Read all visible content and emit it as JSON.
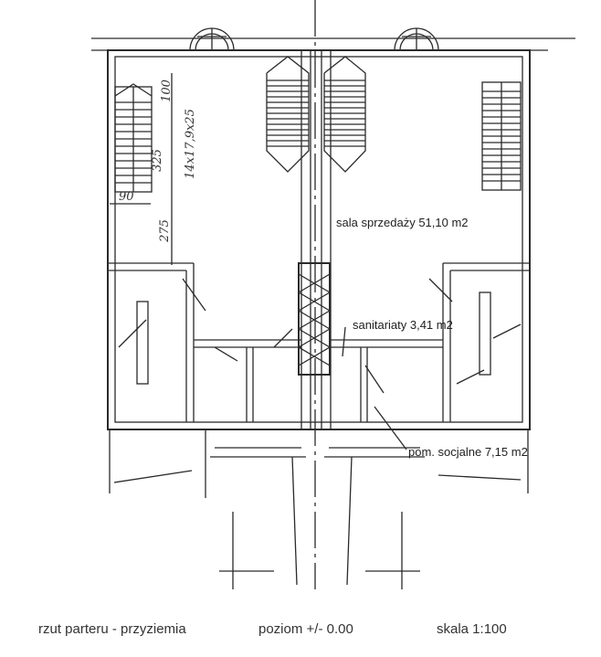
{
  "rooms": {
    "sales_hall": "sala sprzedaży  51,10 m2",
    "sanitary": "sanitariaty  3,41 m2",
    "social_room": "pom. socjalne  7,15 m2"
  },
  "dimensions": {
    "top": "100",
    "stair_length": "325",
    "stair_steps": "14x17,9x25",
    "stair_width": "90",
    "lower": "275"
  },
  "caption": {
    "title": "rzut parteru - przyziemia",
    "level": "poziom +/- 0.00",
    "scale": "skala 1:100"
  }
}
